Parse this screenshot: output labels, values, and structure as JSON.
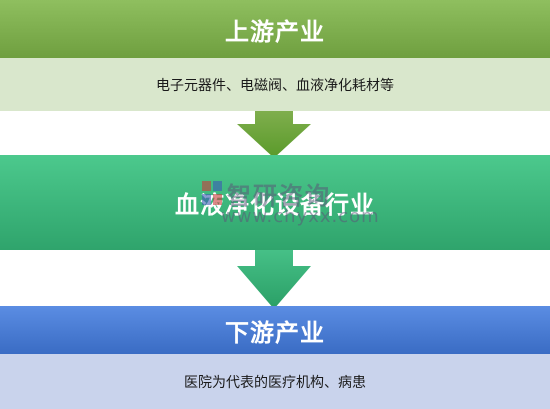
{
  "upstream": {
    "title": "上游产业",
    "description": "电子元器件、电磁阀、血液净化耗材等"
  },
  "midstream": {
    "title": "血液净化设备行业"
  },
  "downstream": {
    "title": "下游产业",
    "description": "医院为代表的医疗机构、病患"
  },
  "watermark": {
    "name": "智研咨询",
    "url": "www.chyxx.com"
  },
  "colors": {
    "upstream": "#7aa94a",
    "midstream": "#3bb67a",
    "downstream": "#4a7dd6",
    "arrow": "#5f9a2f"
  }
}
